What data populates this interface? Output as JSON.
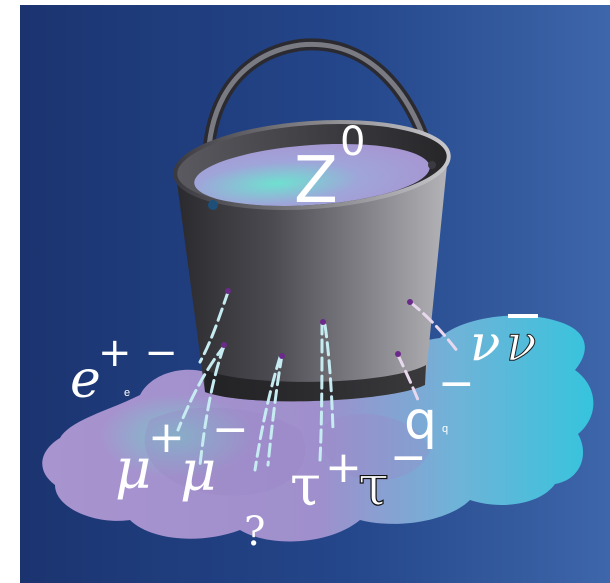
{
  "diagram": {
    "bucket_label": "Z",
    "bucket_label_sup": "0",
    "labels": {
      "electron": {
        "base": "e",
        "sup": "+ −",
        "sub": "e"
      },
      "muon": {
        "first": "μ",
        "sup": "+",
        "second": "μ",
        "sup2": "−"
      },
      "tau": {
        "first": "τ",
        "sup": "+",
        "second": "τ",
        "sup2": "−"
      },
      "quark": {
        "base": "q",
        "sup": "−",
        "sub": "q"
      },
      "neutrino": {
        "first": "ν",
        "second": "ν"
      },
      "unknown": "?"
    },
    "colors": {
      "background_dark": "#1d3a78",
      "background_light": "#3c63a8",
      "puddle_purple": "#a996d0",
      "puddle_cyan": "#3cc1da",
      "bucket_dark": "#2f2f33",
      "bucket_light": "#9a9a9e",
      "stream": "#bfe8f0"
    }
  }
}
